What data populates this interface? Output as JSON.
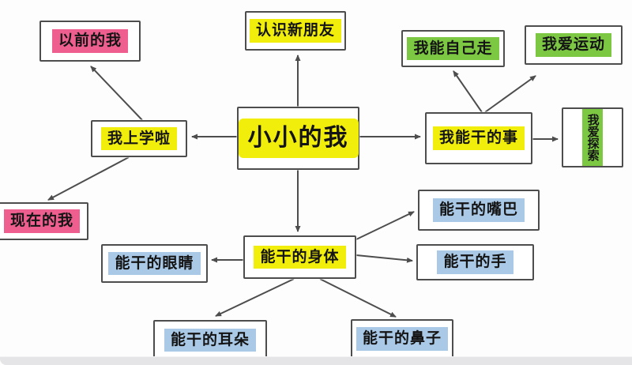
{
  "diagram": {
    "title": "小小的我",
    "nodes": {
      "center": {
        "label": "小小的我",
        "highlight": "yellow"
      },
      "meet_friends": {
        "label": "认识新朋友",
        "highlight": "yellow"
      },
      "school": {
        "label": "我上学啦",
        "highlight": "yellow"
      },
      "past_me": {
        "label": "以前的我",
        "highlight": "pink"
      },
      "present_me": {
        "label": "现在的我",
        "highlight": "pink"
      },
      "things_can_do": {
        "label": "我能干的事",
        "highlight": "yellow"
      },
      "walk_myself": {
        "label": "我能自己走",
        "highlight": "green"
      },
      "love_sports": {
        "label": "我爱运动",
        "highlight": "green"
      },
      "love_explore": {
        "label": "我爱探索",
        "highlight": "green"
      },
      "capable_body": {
        "label": "能干的身体",
        "highlight": "yellow"
      },
      "capable_eyes": {
        "label": "能干的眼睛",
        "highlight": "blue"
      },
      "capable_mouth": {
        "label": "能干的嘴巴",
        "highlight": "blue"
      },
      "capable_hands": {
        "label": "能干的手",
        "highlight": "blue"
      },
      "capable_ears": {
        "label": "能干的耳朵",
        "highlight": "blue"
      },
      "capable_nose": {
        "label": "能干的鼻子",
        "highlight": "blue"
      }
    },
    "edges": [
      {
        "from": "小小的我",
        "to": "认识新朋友"
      },
      {
        "from": "小小的我",
        "to": "我上学啦"
      },
      {
        "from": "小小的我",
        "to": "我能干的事"
      },
      {
        "from": "小小的我",
        "to": "能干的身体"
      },
      {
        "from": "我上学啦",
        "to": "以前的我"
      },
      {
        "from": "我上学啦",
        "to": "现在的我"
      },
      {
        "from": "我能干的事",
        "to": "我能自己走"
      },
      {
        "from": "我能干的事",
        "to": "我爱运动"
      },
      {
        "from": "我能干的事",
        "to": "我爱探索"
      },
      {
        "from": "能干的身体",
        "to": "能干的眼睛"
      },
      {
        "from": "能干的身体",
        "to": "能干的嘴巴"
      },
      {
        "from": "能干的身体",
        "to": "能干的手"
      },
      {
        "from": "能干的身体",
        "to": "能干的耳朵"
      },
      {
        "from": "能干的身体",
        "to": "能干的鼻子"
      }
    ]
  },
  "colors": {
    "yellow": "#f2ee0b",
    "pink": "#ee5f90",
    "green": "#7cc843",
    "blue": "#a9c9e6",
    "line": "#4d4d4d"
  }
}
